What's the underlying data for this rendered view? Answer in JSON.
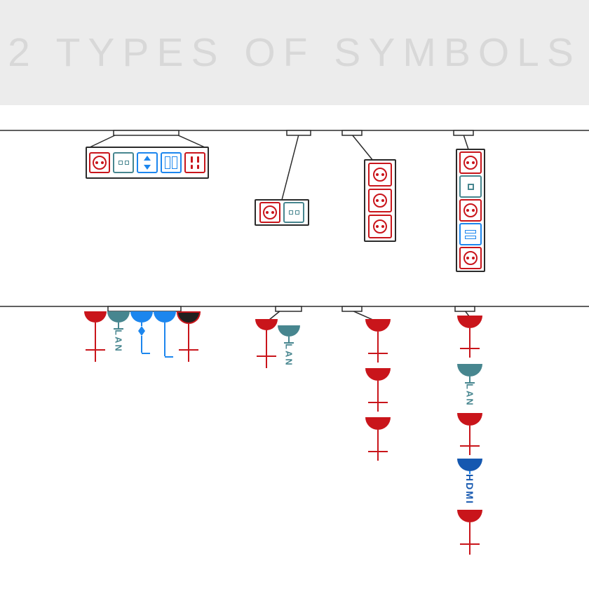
{
  "title": "2 TYPES OF SYMBOLS",
  "labels": {
    "lan": "LAN",
    "hdmi": "HDMI"
  },
  "colors": {
    "red": "#c9151b",
    "teal": "#47868f",
    "blue": "#1c86ee",
    "hdmi_blue": "#1558b0",
    "dome_black": "#23201f",
    "line": "#2b2b2b",
    "banner_bg": "#ececec",
    "banner_text": "#d8d8d8"
  },
  "figures": {
    "top_row_groups": [
      {
        "modules": [
          "power-socket-icon",
          "lan-socket-icon",
          "shutter-switch-icon",
          "double-switch-icon",
          "us-power-socket-icon"
        ]
      },
      {
        "modules": [
          "power-socket-icon",
          "lan-socket-icon"
        ]
      },
      {
        "modules": [
          "power-socket-icon",
          "power-socket-icon",
          "power-socket-icon"
        ]
      },
      {
        "modules": [
          "power-socket-icon",
          "data-socket-icon",
          "power-socket-icon",
          "usb-socket-icon",
          "power-socket-icon"
        ]
      }
    ],
    "bottom_row_groups": [
      {
        "symbols": [
          "power-socket-symbol",
          "lan-socket-symbol",
          "shutter-switch-symbol",
          "switch-symbol",
          "special-socket-symbol"
        ]
      },
      {
        "symbols": [
          "power-socket-symbol",
          "lan-socket-symbol"
        ]
      },
      {
        "symbols": [
          "power-socket-symbol",
          "power-socket-symbol",
          "power-socket-symbol"
        ]
      },
      {
        "symbols": [
          "power-socket-symbol",
          "lan-socket-symbol",
          "power-socket-symbol",
          "hdmi-socket-symbol",
          "power-socket-symbol"
        ]
      }
    ]
  }
}
